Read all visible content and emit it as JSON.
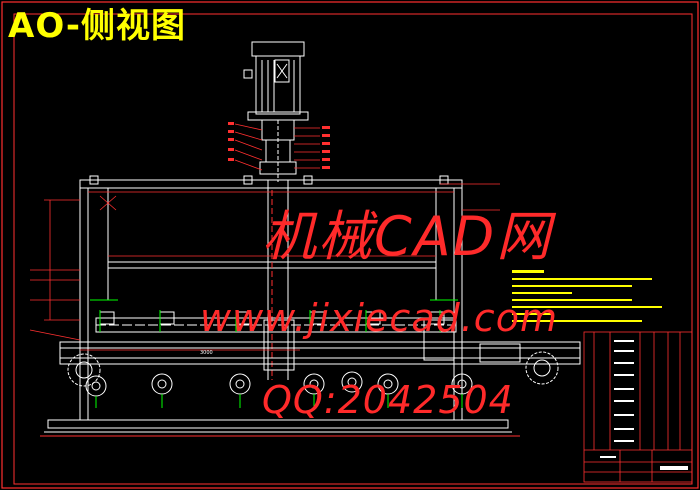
{
  "drawing": {
    "title": "AO-侧视图",
    "dimension_label": "3000",
    "colors": {
      "background": "#000000",
      "lines": "#ffffff",
      "dim": "#ff3030",
      "title": "#ffff00",
      "accent": "#00ff00",
      "watermark": "#ff2a2a"
    }
  },
  "watermark": {
    "line1": "机械CAD网",
    "line2": "www.jixiecad.com",
    "line3": "QQ:2042504"
  }
}
